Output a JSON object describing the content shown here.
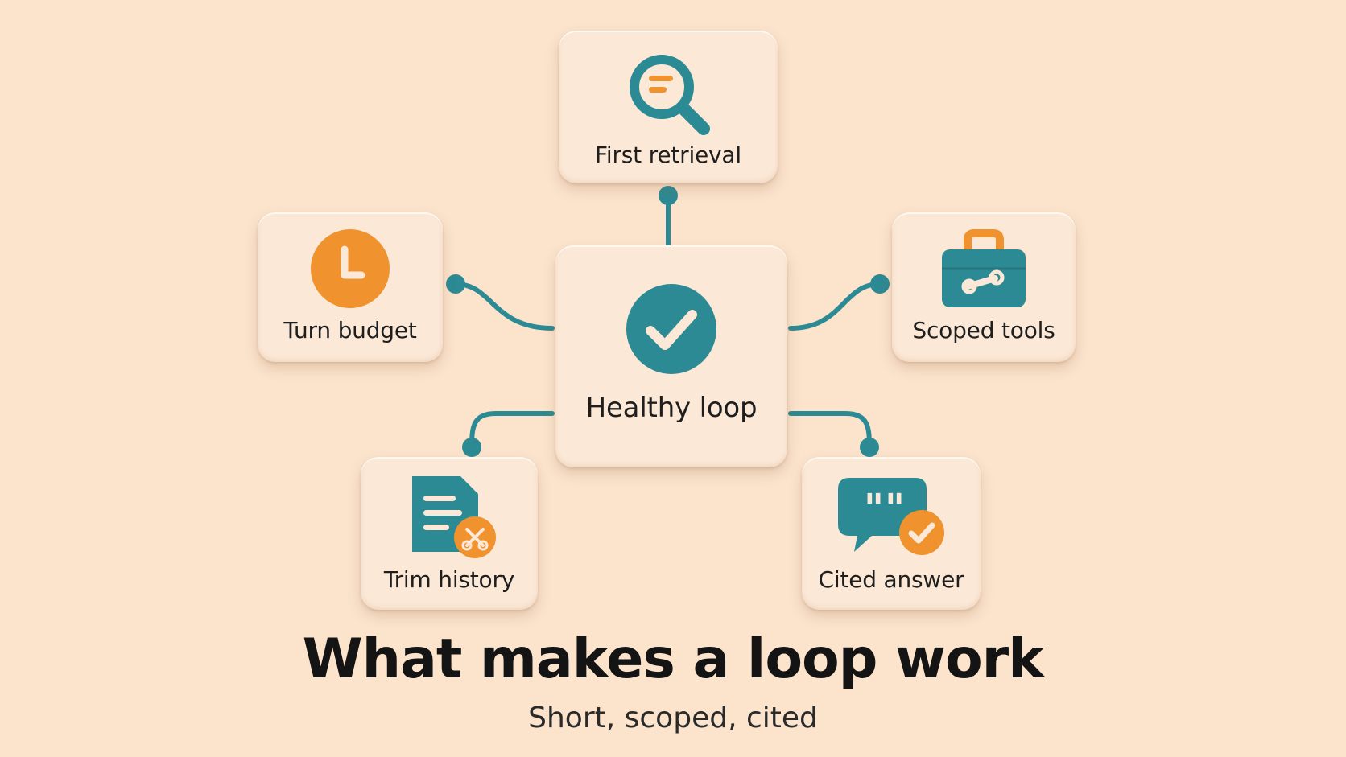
{
  "diagram": {
    "title": "What makes a loop work",
    "subtitle": "Short, scoped, cited",
    "center": {
      "label": "Healthy loop",
      "icon": "checkmark-circle-icon"
    },
    "nodes": [
      {
        "id": "first-retrieval",
        "label": "First retrieval",
        "icon": "magnifier-icon"
      },
      {
        "id": "turn-budget",
        "label": "Turn budget",
        "icon": "clock-icon"
      },
      {
        "id": "scoped-tools",
        "label": "Scoped tools",
        "icon": "toolbox-icon"
      },
      {
        "id": "trim-history",
        "label": "Trim history",
        "icon": "document-scissors-icon"
      },
      {
        "id": "cited-answer",
        "label": "Cited answer",
        "icon": "quote-bubble-check-icon"
      }
    ]
  },
  "colors": {
    "background": "#fbe3cc",
    "card": "#fbe8d6",
    "teal": "#2b8a94",
    "orange": "#f0922e",
    "text": "#1e1e1e"
  }
}
